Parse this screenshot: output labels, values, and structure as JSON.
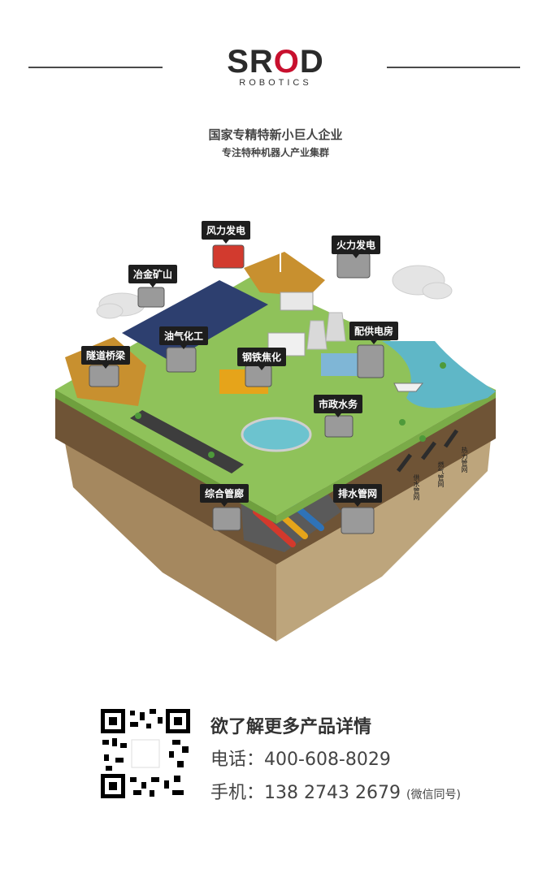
{
  "brand": {
    "logo_left": "SR",
    "logo_mid": "O",
    "logo_right": "D",
    "logo_sub": "ROBOTICS",
    "primary_color": "#c8102e",
    "text_color": "#2b2b2b"
  },
  "tagline": {
    "line1": "国家专精特新小巨人企业",
    "line2": "专注特种机器人产业集群"
  },
  "scene": {
    "labels": {
      "wind": "风力发电",
      "thermal": "火力发电",
      "mining": "冶金矿山",
      "oil": "油气化工",
      "tunnel": "隧道桥梁",
      "steel": "钢铁焦化",
      "power_room": "配供电房",
      "municipal": "市政水务",
      "utility_tunnel": "综合管廊",
      "drainage": "排水管网"
    },
    "pipes": {
      "heat": "热力管网",
      "gas": "燃气管网",
      "water": "供水管网"
    }
  },
  "contact": {
    "headline": "欲了解更多产品详情",
    "phone_label": "电话：",
    "phone": "400-608-8029",
    "mobile_label": "手机：",
    "mobile": "138 2743 2679",
    "mobile_note": "(微信同号)"
  }
}
